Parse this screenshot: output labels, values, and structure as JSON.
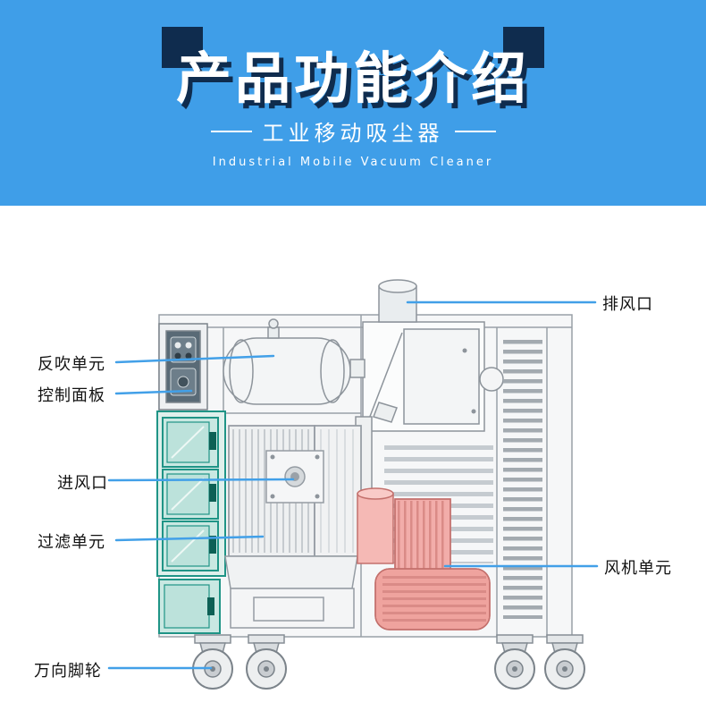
{
  "header": {
    "title": "产品功能介绍",
    "subtitle": "工业移动吸尘器",
    "subtitle_en": "Industrial Mobile Vacuum Cleaner",
    "background_color": "#3f9ee8",
    "title_shadow_color": "#0f2c4e"
  },
  "diagram": {
    "labels": {
      "exhaust_outlet": "排风口",
      "backblow_unit": "反吹单元",
      "control_panel": "控制面板",
      "air_inlet": "进风口",
      "filter_unit": "过滤单元",
      "fan_unit": "风机单元",
      "casters": "万向脚轮"
    },
    "leader_line_color": "#42a0e8",
    "filter_door_color": "#1f9486",
    "blower_color": "#f2adaa"
  }
}
